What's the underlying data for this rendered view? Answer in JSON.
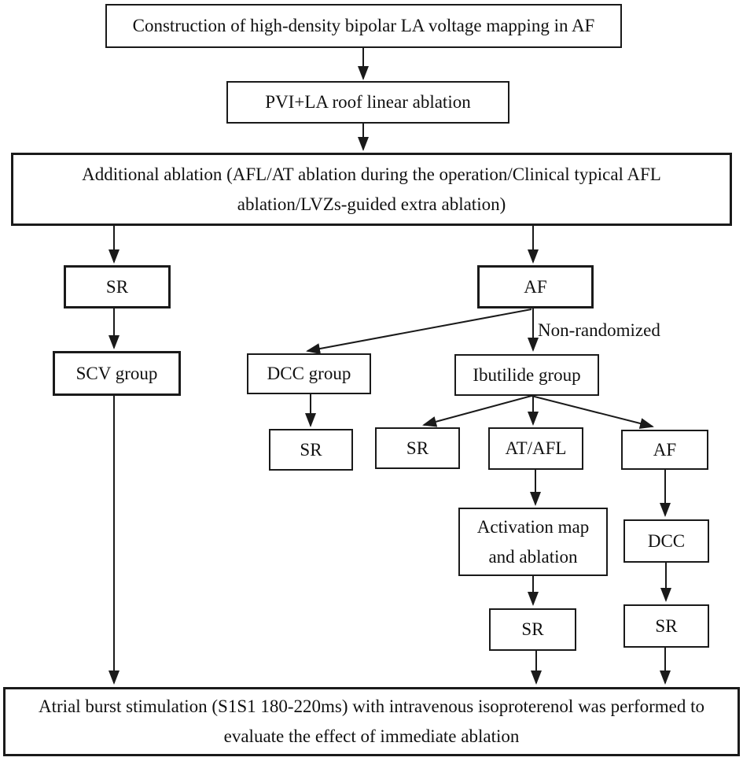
{
  "colors": {
    "background": "#ffffff",
    "line": "#1a1a1a",
    "text": "#111111"
  },
  "nodes": {
    "construction": {
      "label": "Construction of high-density bipolar LA voltage mapping in AF"
    },
    "pvi": {
      "label": "PVI+LA roof linear ablation"
    },
    "additional": {
      "label": "Additional ablation (AFL/AT ablation during the operation/Clinical typical AFL ablation/LVZs-guided extra ablation)"
    },
    "sr_left": {
      "label": "SR"
    },
    "af_main": {
      "label": "AF"
    },
    "scv_group": {
      "label": "SCV group"
    },
    "dcc_group": {
      "label": "DCC group"
    },
    "ibutilide_group": {
      "label": "Ibutilide group"
    },
    "sr_dcc_group": {
      "label": "SR"
    },
    "sr_ibutilide": {
      "label": "SR"
    },
    "at_afl": {
      "label": "AT/AFL"
    },
    "af_ibutilide": {
      "label": "AF"
    },
    "activation_map": {
      "label": "Activation map and ablation"
    },
    "dcc": {
      "label": "DCC"
    },
    "sr_activation": {
      "label": "SR"
    },
    "sr_dcc": {
      "label": "SR"
    },
    "outcome": {
      "label": "Atrial burst stimulation (S1S1 180-220ms) with intravenous isoproterenol was performed to evaluate the effect of immediate ablation"
    }
  },
  "edge_labels": {
    "non_randomized": "Non-randomized"
  }
}
